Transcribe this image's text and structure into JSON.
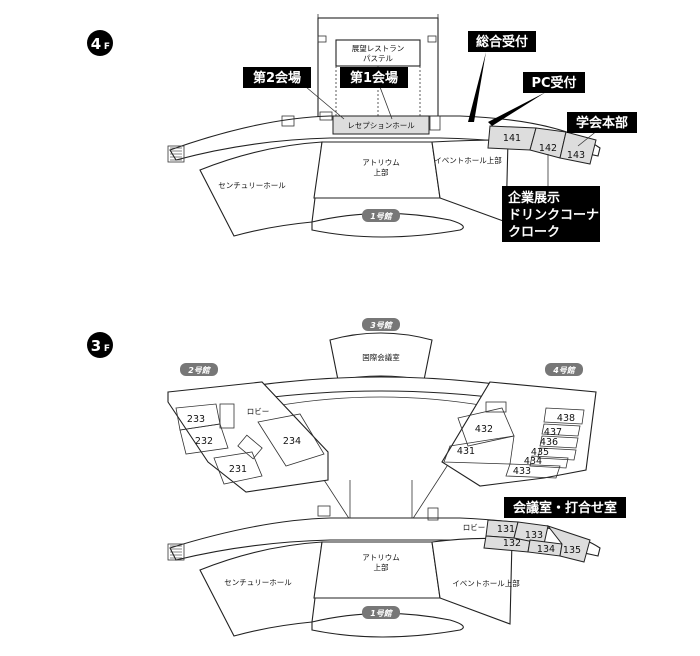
{
  "floors": {
    "f4": {
      "number": "4",
      "suffix": "F",
      "rooms": {
        "restaurant": [
          "展望レストラン",
          "パステル"
        ],
        "reception": "レセプションホール",
        "atrium": [
          "アトリウム",
          "上部"
        ],
        "century": "センチュリーホール",
        "event": "イベントホール上部",
        "r141": "141",
        "r142": "142",
        "r143": "143"
      },
      "building": "1号館",
      "callouts": {
        "hall2": "第2会場",
        "hall1": "第1会場",
        "reception_desk": "総合受付",
        "pc_desk": "PC受付",
        "society_hq": "学会本部",
        "exhibit": [
          "企業展示",
          "ドリンクコーナー",
          "クローク"
        ]
      }
    },
    "f3": {
      "number": "3",
      "suffix": "F",
      "rooms": {
        "intl": "国際会議室",
        "lobby_w": "ロビー",
        "lobby_e": "ロビー",
        "atrium": [
          "アトリウム",
          "上部"
        ],
        "century": "センチュリーホール",
        "event": "イベントホール上部",
        "r233": "233",
        "r232": "232",
        "r231": "231",
        "r234": "234",
        "r432": "432",
        "r431": "431",
        "r438": "438",
        "r437": "437",
        "r436": "436",
        "r435": "435",
        "r434": "434",
        "r433": "433",
        "r131": "131",
        "r132": "132",
        "r133": "133",
        "r134": "134",
        "r135": "135"
      },
      "buildings": {
        "b1": "1号館",
        "b2": "2号館",
        "b3": "3号館",
        "b4": "4号館"
      },
      "callouts": {
        "meeting": "会議室・打合せ室"
      }
    }
  },
  "colors": {
    "highlight": "#dddddd",
    "callout_bg": "#000000",
    "building_badge": "#777777",
    "line": "#222222"
  }
}
